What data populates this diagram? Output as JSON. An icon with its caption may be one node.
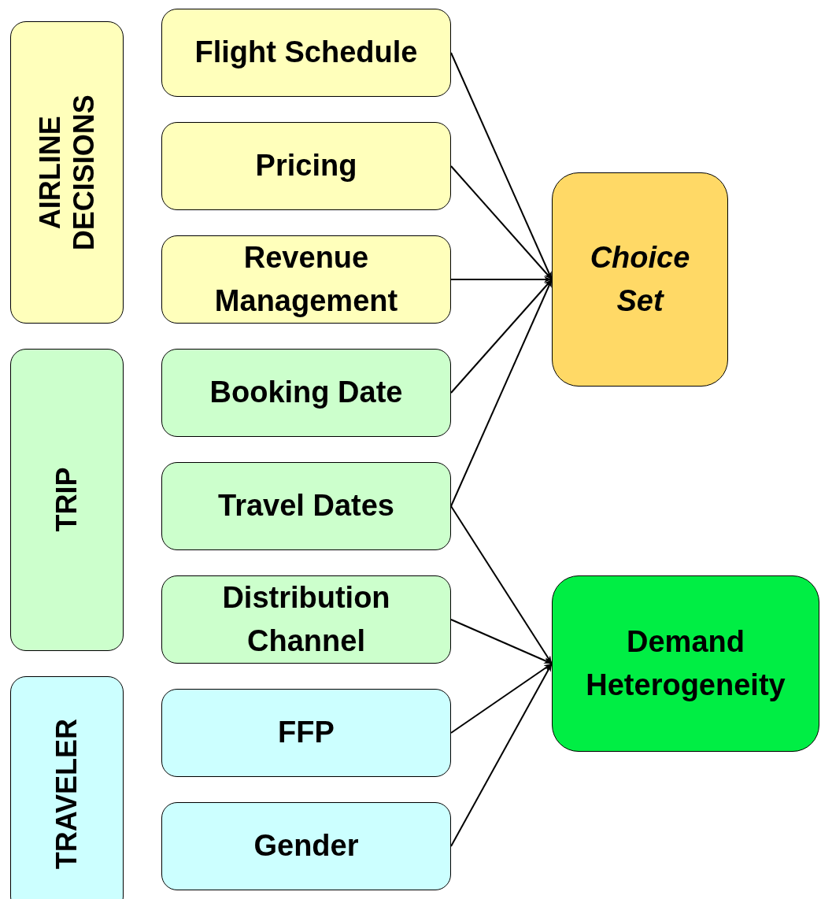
{
  "diagram": {
    "nodes": [
      {
        "text": [
          "AIRLINE DECISIONS"
        ]
      },
      {
        "text": [
          "Flight Schedule"
        ]
      },
      {
        "text": [
          "Pricing"
        ]
      },
      {
        "text": [
          "Revenue Management"
        ]
      },
      {
        "text": [
          "Choice Set"
        ]
      },
      {
        "text": [
          "TRIP"
        ]
      },
      {
        "text": [
          "Booking Date"
        ]
      },
      {
        "text": [
          "Travel Dates"
        ]
      },
      {
        "text": [
          "Distribution Channel"
        ]
      },
      {
        "text": [
          "Demand Heterogeneity"
        ]
      },
      {
        "text": [
          "TRAVELER"
        ]
      },
      {
        "text": [
          "FFP"
        ]
      },
      {
        "text": [
          "Gender"
        ]
      }
    ],
    "edges": [
      {
        "from": 1,
        "to": 4,
        "arrow": "to"
      },
      {
        "from": 2,
        "to": 4,
        "arrow": "to"
      },
      {
        "from": 3,
        "to": 4,
        "arrow": "to"
      },
      {
        "from": 6,
        "to": 4,
        "arrow": "to"
      },
      {
        "from": 7,
        "to": 4,
        "arrow": "to"
      },
      {
        "from": 7,
        "to": 9,
        "arrow": "to"
      },
      {
        "from": 8,
        "to": 9,
        "arrow": "to"
      },
      {
        "from": 11,
        "to": 9,
        "arrow": "to"
      },
      {
        "from": 12,
        "to": 9,
        "arrow": "to"
      }
    ]
  }
}
